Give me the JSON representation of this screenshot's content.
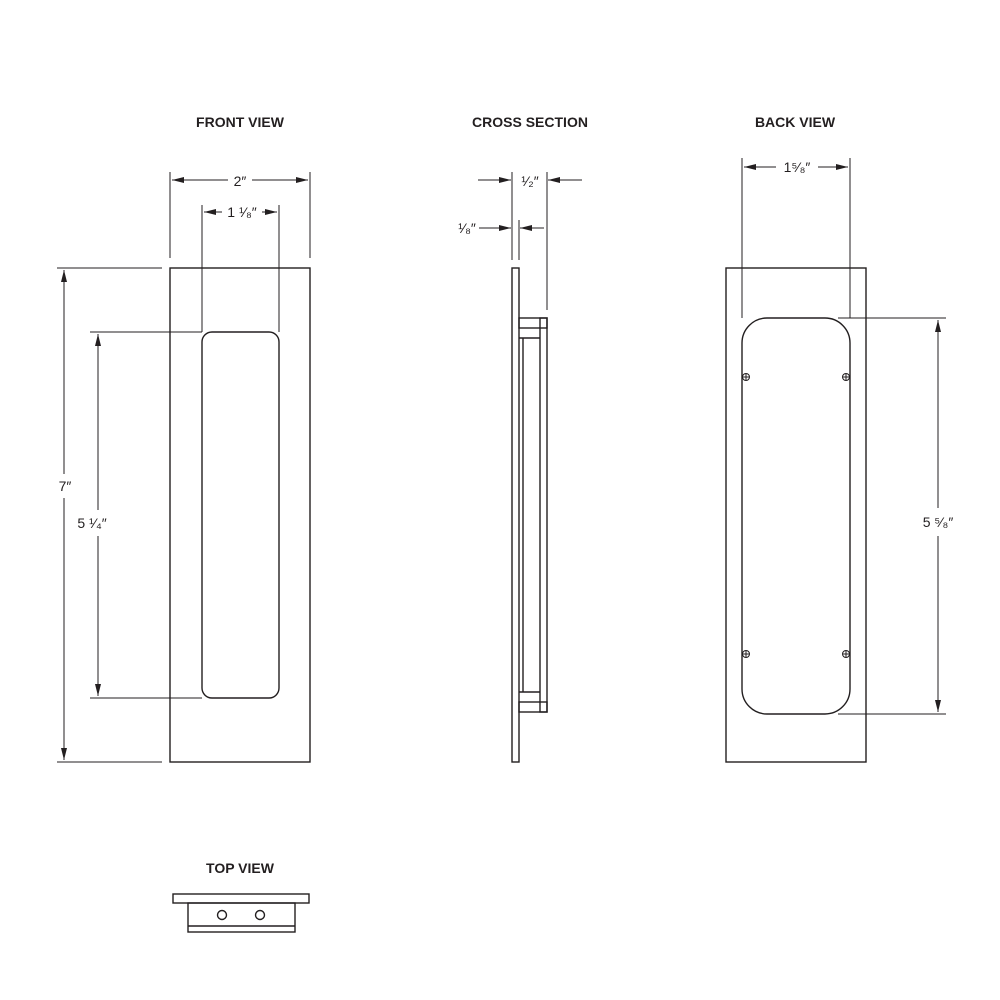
{
  "titles": {
    "front": "FRONT VIEW",
    "cross": "CROSS SECTION",
    "back": "BACK VIEW",
    "top": "TOP VIEW"
  },
  "dimensions": {
    "front_width": "2″",
    "front_recess_width": "1 ¹⁄₈″",
    "front_height": "7″",
    "front_recess_height": "5 ¹⁄₄″",
    "cross_depth": "¹⁄₂″",
    "cross_plate": "¹⁄₈″",
    "back_width": "1⁵⁄₈″",
    "back_height": "5 ⁵⁄₈″"
  },
  "colors": {
    "line": "#231f20",
    "background": "#ffffff"
  }
}
